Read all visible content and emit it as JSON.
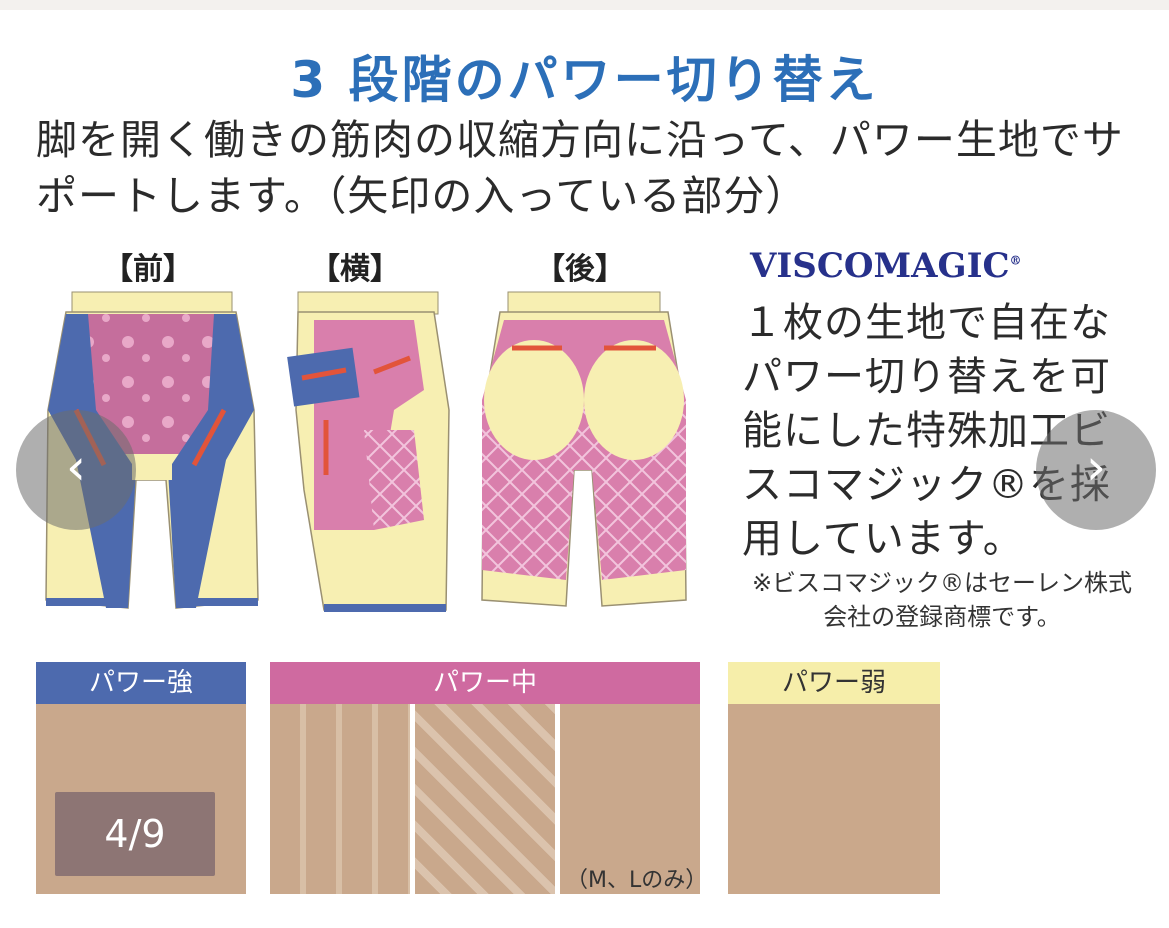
{
  "title": "3 段階のパワー切り替え",
  "description": "脚を開く働きの筋肉の収縮方向に沿って、パワー生地でサポートします。（矢印の入っている部分）",
  "views": [
    {
      "label": "【前】"
    },
    {
      "label": "【横】"
    },
    {
      "label": "【後】"
    }
  ],
  "viscomagic": {
    "brand": "VISCOMAGIC",
    "registered_mark": "®",
    "description": "１枚の生地で自在なパワー切り替えを可能にした特殊加工ビスコマジック®を採用しています。",
    "note": "※ビスコマジック®はセーレン株式会社の登録商標です。"
  },
  "power_levels": [
    {
      "label": "パワー強",
      "color": "#4d6aae",
      "text_color": "#ffffff"
    },
    {
      "label": "パワー中",
      "color": "#cf6aa0",
      "text_color": "#ffffff"
    },
    {
      "label": "パワー弱",
      "color": "#f6eeaa",
      "text_color": "#333333"
    }
  ],
  "size_note": "（M、Lのみ）",
  "slide_counter": "4/9",
  "nav": {
    "prev_icon": "chevron-left-icon",
    "next_icon": "chevron-right-icon"
  },
  "colors": {
    "title": "#2c6fb8",
    "brand": "#27318b",
    "cream": "#f7efb2",
    "blue_panel": "#4d6aae",
    "pink_panel": "#d56b9e",
    "red_arrow": "#e2543a",
    "fabric": "#c9a88c"
  }
}
